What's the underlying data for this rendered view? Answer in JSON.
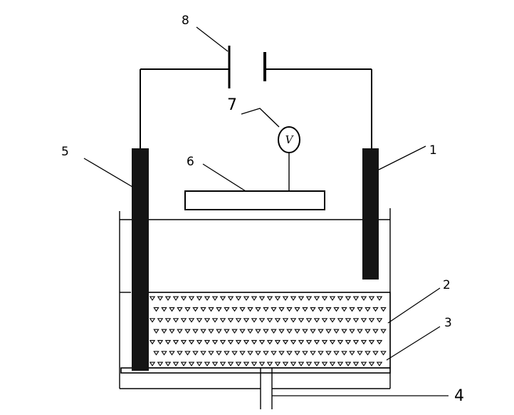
{
  "labels": {
    "battery": "8",
    "voltmeter_lead": "7",
    "voltmeter": "V",
    "substrate": "6",
    "left_electrode": "5",
    "right_electrode": "1",
    "powder_layer": "2",
    "porous_plate": "3",
    "gas_inlet": "4"
  },
  "colors": {
    "line": "#000000",
    "electrode": "#141414",
    "background": "#ffffff"
  },
  "particle_rows": 7
}
